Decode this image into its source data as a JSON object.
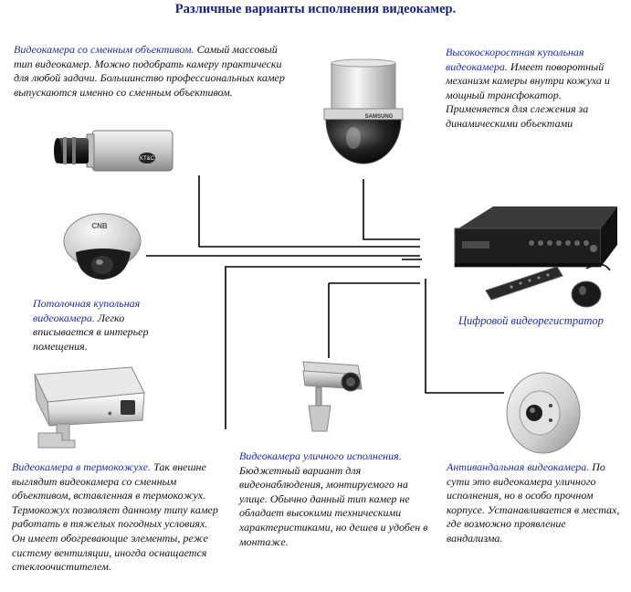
{
  "title": "Различные варианты исполнения видеокамер.",
  "blocks": {
    "interchangeable": {
      "lead": "Видеокамера со сменным объективом.",
      "body": "Самый массовый тип видеокамер. Можно подобрать камеру практически для любой задачи. Большинство профессиональных камер выпускаются именно со сменным объективом."
    },
    "speed_dome": {
      "lead": "Высокоскоростная купольная видеокамера.",
      "body": "Имеет поворотный механизм камеры внутри кожуха и мощный трансфокатор. Применяется для слежения за динамическими объектами"
    },
    "ceiling_dome": {
      "lead": "Потолочная купольная видеокамера.",
      "body": "Легко вписывается в интерьер помещения."
    },
    "dvr": {
      "caption": "Цифровой видеорегистратор"
    },
    "thermal_housing": {
      "lead": "Видеокамера в термокожухе.",
      "body": "Так внешне выглядит видеокамера со сменным объективом, вставленная в термокожух. Термокожух позволяет данному типу камер работать в тяжелых погодных условиях. Он имеет обогревающие элементы, реже систему вентиляции, иногда оснащается стеклоочистителем."
    },
    "outdoor": {
      "lead": "Видеокамера уличного исполнения.",
      "body": "Бюджетный вариант для видеонаблюдения, монтируемого на улице. Обычно данный тип камер не обладает высокими техническими характеристиками, но дешев и удобен в монтаже."
    },
    "vandal": {
      "lead": "Антивандальная видеокамера.",
      "body": "По сути это видеокамера уличного исполнения, но в особо прочном корпусе. Устанавливается в местах, где возможно проявление вандализма."
    }
  },
  "labels": {
    "speed_dome_brand": "SAMSUNG",
    "ceiling_dome_brand": "CNB",
    "box_camera_brand": "KT&C"
  },
  "colors": {
    "title": "#1a237e",
    "lead": "#1f2a9c",
    "text": "#111111",
    "wire": "#000000"
  }
}
